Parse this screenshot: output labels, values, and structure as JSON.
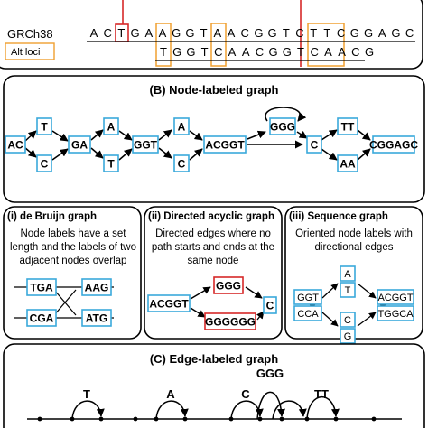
{
  "panel_a": {
    "ref_label": "GRCh38",
    "alt_label": "Alt loci",
    "ref_sequence": [
      "A",
      "C",
      "T",
      "G",
      "A",
      "A",
      "G",
      "G",
      "T",
      "A",
      "A",
      "C",
      "G",
      "G",
      "T",
      "C",
      "T",
      "T",
      "C",
      "G",
      "G",
      "A",
      "G",
      "C"
    ],
    "alt_sequence": [
      "T",
      "G",
      "G",
      "T",
      "C",
      "A",
      "A",
      "C",
      "G",
      "G",
      "T",
      "C",
      "A",
      "A",
      "C",
      "G"
    ]
  },
  "panel_b": {
    "title": "(B) Node-labeled graph",
    "nodes": [
      "AC",
      "T",
      "C",
      "GA",
      "A",
      "T",
      "GGT",
      "A",
      "C",
      "ACGGT",
      "GGG",
      "C",
      "TT",
      "AA",
      "CGGAGC"
    ]
  },
  "panel_i": {
    "title": "(i) de Bruijn graph",
    "desc": [
      "Node labels have a set",
      "length and the labels of two",
      "adjacent nodes overlap"
    ],
    "nodes": [
      "TGA",
      "AAG",
      "CGA",
      "ATG"
    ]
  },
  "panel_ii": {
    "title": "(ii) Directed acyclic graph",
    "desc": [
      "Directed edges where no",
      "path starts and ends at the",
      "same node"
    ],
    "nodes": [
      "ACGGT",
      "GGG",
      "GGGGGG",
      "C"
    ]
  },
  "panel_iii": {
    "title": "(iii) Sequence graph",
    "desc": [
      "Oriented node labels with",
      "directional edges"
    ],
    "nodes": [
      {
        "top": "GGT",
        "bottom": "CCA"
      },
      {
        "top": "A",
        "bottom": "T"
      },
      {
        "top": "C",
        "bottom": "G"
      },
      {
        "top": "ACGGT",
        "bottom": "TGGCA"
      }
    ]
  },
  "panel_c": {
    "title": "(C) Edge-labeled graph",
    "labels": [
      "T",
      "A",
      "C",
      "GGG",
      "TT"
    ]
  },
  "colors": {
    "blue": "#3aa9db",
    "red": "#d62828",
    "orange": "#f0a030",
    "border": "#000000"
  }
}
